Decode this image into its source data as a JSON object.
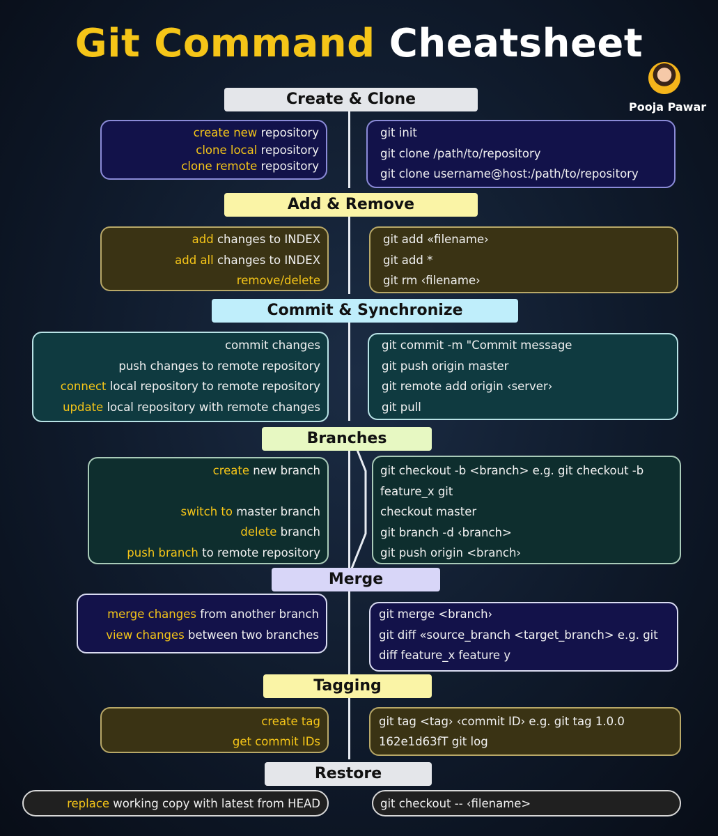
{
  "title": {
    "part1": "Git Command",
    "part2": "Cheatsheet"
  },
  "author": "Pooja Pawar",
  "sections": {
    "create": {
      "header": "Create & Clone",
      "left": [
        {
          "hl": "create new",
          "text": " repository"
        },
        {
          "hl": "clone local",
          "text": " repository"
        },
        {
          "hl": "clone remote",
          "text": " repository"
        }
      ],
      "right": [
        "git init",
        "git clone /path/to/repository",
        "git clone username@host:/path/to/repository"
      ]
    },
    "add": {
      "header": "Add & Remove",
      "left": [
        {
          "hl": "add",
          "text": " changes to INDEX"
        },
        {
          "hl": "add all",
          "text": " changes to INDEX"
        },
        {
          "hl": "remove/delete",
          "text": ""
        }
      ],
      "right": [
        "git add «filename›",
        "git add *",
        "git rm ‹filename›"
      ]
    },
    "commit": {
      "header": "Commit & Synchronize",
      "left": [
        {
          "hl": "",
          "text": "commit changes"
        },
        {
          "hl": "",
          "text": "push changes to remote repository"
        },
        {
          "hl": "connect",
          "text": " local repository to remote repository"
        },
        {
          "hl": "update",
          "text": " local repository with remote changes"
        }
      ],
      "right": [
        "git commit -m \"Commit message",
        "git push origin master",
        "git remote add origin ‹server›",
        "git pull"
      ]
    },
    "branches": {
      "header": "Branches",
      "left": [
        {
          "hl": "create",
          "text": " new branch"
        },
        {
          "hl": "switch to",
          "text": " master branch"
        },
        {
          "hl": "delete",
          "text": " branch"
        },
        {
          "hl": "push branch",
          "text": " to remote repository"
        }
      ],
      "right": [
        "git checkout -b <branch> e.g. git checkout -b",
        "feature_x git",
        "checkout master",
        "git branch -d ‹branch>",
        "git push origin <branch›"
      ]
    },
    "merge": {
      "header": "Merge",
      "left": [
        {
          "hl": "merge changes",
          "text": " from another branch"
        },
        {
          "hl": "view changes",
          "text": " between two branches"
        }
      ],
      "right": [
        "git merge <branch›",
        "git diff «source_branch <target_branch> e.g. git",
        "diff feature_x feature y"
      ]
    },
    "tagging": {
      "header": "Tagging",
      "left": [
        {
          "hl": "create tag",
          "text": ""
        },
        {
          "hl": "get commit IDs",
          "text": ""
        }
      ],
      "right": [
        "git tag <tag› ‹commit ID› e.g. git tag 1.0.0",
        "162e1d63fT git log"
      ]
    },
    "restore": {
      "header": "Restore",
      "left": [
        {
          "hl": "replace",
          "text": " working copy with latest from HEAD"
        }
      ],
      "right": [
        "git checkout -- ‹filename>"
      ]
    }
  },
  "colors": {
    "accent": "#f5c518",
    "header_gray": "#e4e6ea",
    "header_yellow": "#faf4a6",
    "header_cyan": "#bfeefb",
    "header_green": "#e7f8c2",
    "header_lavender": "#d8d6f8"
  }
}
